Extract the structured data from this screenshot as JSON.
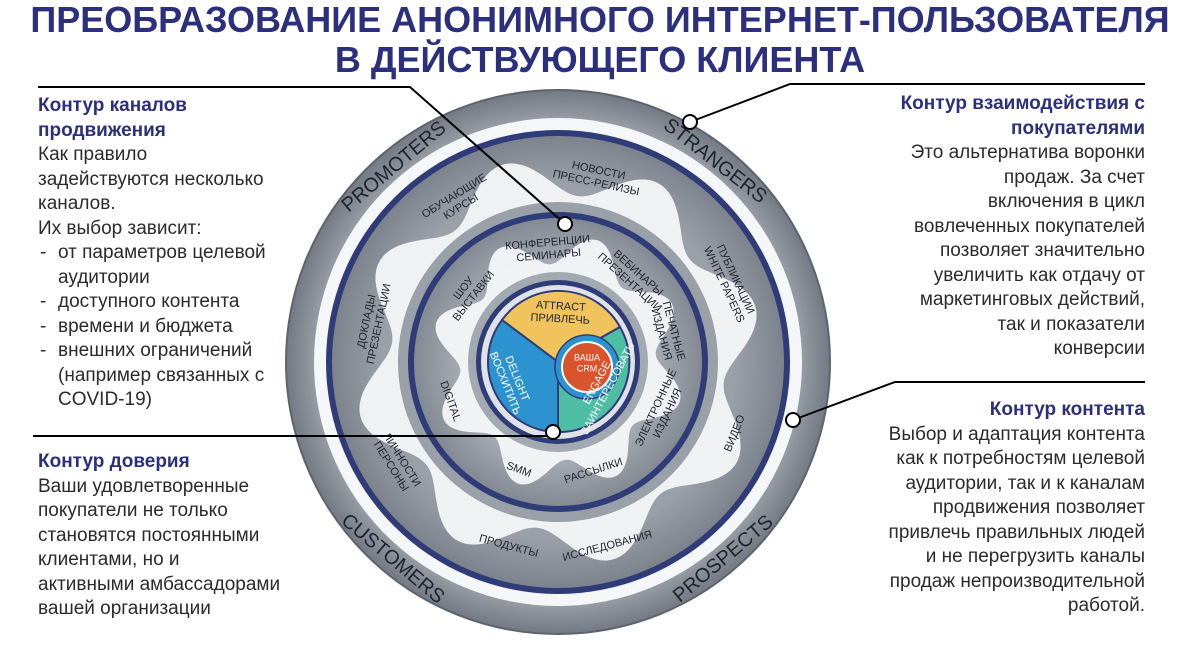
{
  "title": {
    "line1": "ПРЕОБРАЗОВАНИЕ АНОНИМНОГО ИНТЕРНЕТ-ПОЛЬЗОВАТЕЛЯ",
    "line2": "В ДЕЙСТВУЮЩЕГО КЛИЕНТА"
  },
  "channels": {
    "heading": [
      "Контур каналов",
      "продвижения"
    ],
    "intro": [
      "Как правило",
      "задействуются несколько",
      "каналов.",
      "Их выбор зависит:"
    ],
    "items": [
      [
        "от параметров целевой",
        "аудитории"
      ],
      [
        "доступного контента"
      ],
      [
        "времени и бюджета"
      ],
      [
        "внешних ограничений",
        "(например связанных с",
        "COVID-19)"
      ]
    ]
  },
  "trust": {
    "heading": "Контур доверия",
    "text": [
      "Ваши удовлетворенные",
      "покупатели не только",
      "становятся постоянными",
      "клиентами, но и",
      "активными амбассадорами",
      "вашей организации"
    ]
  },
  "interaction": {
    "heading": [
      "Контур взаимодействия с",
      "покупателями"
    ],
    "text": [
      "Это альтернатива воронки",
      "продаж. За счет",
      "включения в цикл",
      "вовлеченных покупателей",
      "позволяет значительно",
      "увеличить как отдачу от",
      "маркетинговых действий,",
      "так и показатели",
      "конверсии"
    ]
  },
  "content": {
    "heading": "Контур контента",
    "text": [
      "Выбор и адаптация контента",
      "как к потребностям целевой",
      "аудитории, так и к каналам",
      "продвижения позволяет",
      "привлечь  правильных людей",
      "и не перегрузить каналы",
      "продаж непроизводительной",
      "работой."
    ]
  },
  "diagram": {
    "outer_labels": [
      "PROMOTERS",
      "STRANGERS",
      "PROSPECTS",
      "CUSTOMERS"
    ],
    "channel_labels": [
      [
        "НОВОСТИ",
        "ПРЕСС-РЕЛИЗЫ"
      ],
      [
        "ПУБЛИКАЦИИ",
        "WHITE PAPERS"
      ],
      [
        "ВИДЕО"
      ],
      [
        "ИССЛЕДОВАНИЯ"
      ],
      [
        "ПРОДУКТЫ"
      ],
      [
        "ЛИЧНОСТИ",
        "ПЕРСОНЫ"
      ],
      [
        "ДОКЛАДЫ",
        "ПРЕЗЕНТАЦИИ"
      ],
      [
        "ОБУЧАЮЩИЕ",
        "КУРСЫ"
      ]
    ],
    "content_labels": [
      [
        "КОНФЕРЕНЦИИ",
        "СЕМИНАРЫ"
      ],
      [
        "ВЕБИНАРЫ",
        "ПРЕЗЕНТАЦИИ"
      ],
      [
        "ПЕЧАТНЫЕ",
        "ИЗДАНИЯ"
      ],
      [
        "ЭЛЕКТРОННЫЕ",
        "ИЗДАНИЯ"
      ],
      [
        "РАССЫЛКИ"
      ],
      [
        "SMM"
      ],
      [
        "DIGITAL"
      ],
      [
        "ШОУ",
        "ВЫСТАВКИ"
      ]
    ],
    "core_labels": {
      "attract": [
        "ATTRACT",
        "ПРИВЛЕЧЬ"
      ],
      "engage": [
        "ENGAGE",
        "ЗАИНТЕРЕСОВАТЬ"
      ],
      "delight": [
        "DELIGHT",
        "ВОСХИТИТЬ"
      ]
    },
    "center": [
      "ВАША",
      "CRM"
    ]
  },
  "colors": {
    "title": "#2b2f7e",
    "ring_dark": "#2f3c78",
    "ring_steel": "#8e949c",
    "ring_light": "#f4f5f7",
    "attract": "#f0c35c",
    "engage": "#4dbea4",
    "delight": "#2d93d0",
    "center": "#d9542c"
  }
}
